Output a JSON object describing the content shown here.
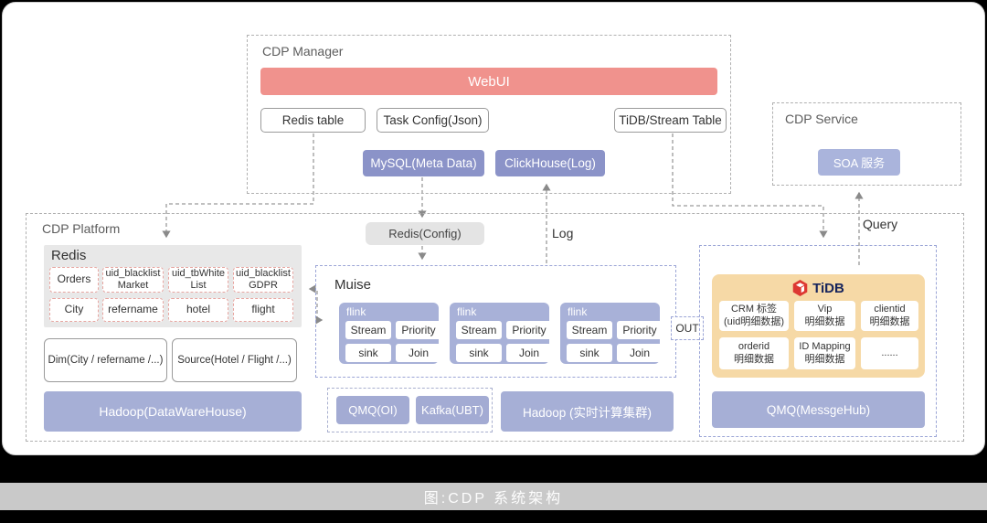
{
  "caption": "图:CDP 系统架构",
  "colors": {
    "webui_bg": "#f0928d",
    "button_purple": "#8b93c8",
    "bar_purple": "#a6afd6",
    "soa_purple": "#aab4dc",
    "tidb_bg": "#f6d9a6",
    "tidb_text": "#16245c",
    "tidb_logo_red": "#dd3832",
    "redis_cell_border": "#e7a6a1",
    "caption_bar_bg": "#c9c9c9"
  },
  "manager": {
    "title": "CDP Manager",
    "webui_label": "WebUI",
    "redis_table_label": "Redis table",
    "task_config_label": "Task Config(Json)",
    "tidb_stream_label": "TiDB/Stream Table",
    "mysql_label": "MySQL(Meta Data)",
    "clickhouse_label": "ClickHouse(Log)"
  },
  "service": {
    "title": "CDP Service",
    "soa_label": "SOA 服务"
  },
  "platform": {
    "title": "CDP Platform",
    "redis": {
      "title": "Redis",
      "cells_row1": [
        "Orders",
        "uid_blacklistMarket",
        "uid_tbWhiteList",
        "uid_blacklistGDPR"
      ],
      "cells_row2": [
        "City",
        "refername",
        "hotel",
        "flight"
      ]
    },
    "dim_label": "Dim(City / refername /...)",
    "source_label": "Source(Hotel / Flight /...)",
    "hadoop_dw_label": "Hadoop(DataWareHouse)",
    "redis_config_label": "Redis(Config)",
    "log_label": "Log",
    "query_label": "Query",
    "out_label": "OUT",
    "muise": {
      "title": "Muise",
      "flink_label": "flink",
      "cell_stream": "Stream",
      "cell_priority": "Priority",
      "cell_sink": "sink",
      "cell_join": "Join"
    },
    "qmq_oi_label": "QMQ(OI)",
    "kafka_label": "Kafka(UBT)",
    "hadoop_rt_label": "Hadoop (实时计算集群)",
    "tidb": {
      "brand": "TiDB",
      "cells": [
        "CRM 标签\n(uid明细数据)",
        "Vip\n明细数据",
        "clientid\n明细数据",
        "orderid\n明细数据",
        "ID Mapping\n明细数据",
        "......"
      ]
    },
    "qmq_hub_label": "QMQ(MessgeHub)"
  }
}
